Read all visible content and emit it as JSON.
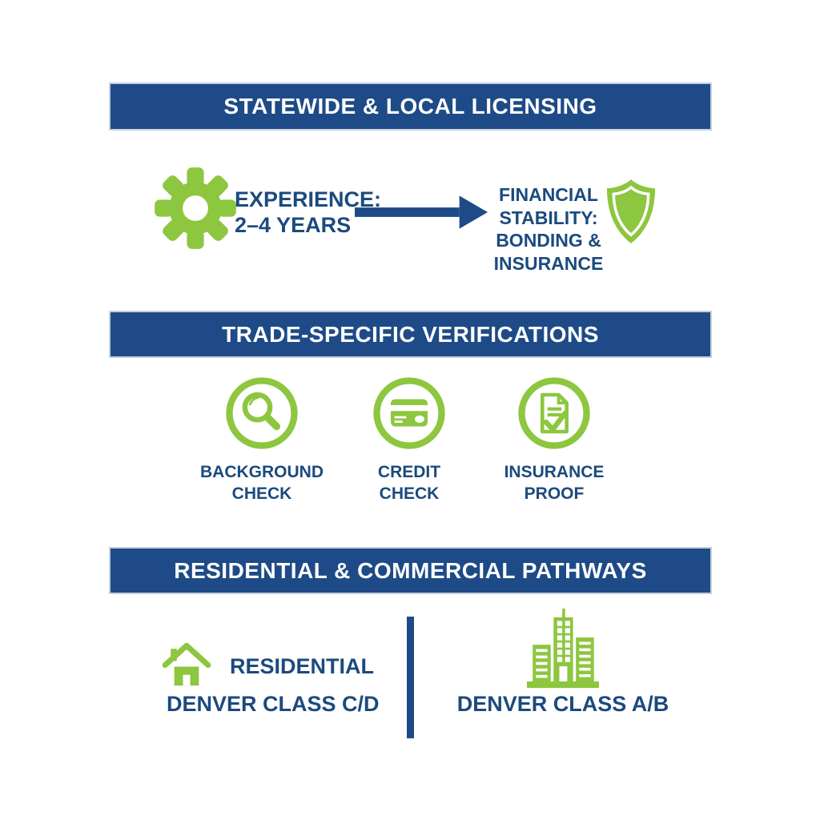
{
  "colors": {
    "header_bar_navy": "#1e4b87",
    "text_navy": "#1b4a7e",
    "accent_green": "#8dc63f",
    "background": "#ffffff"
  },
  "section_licensing": {
    "header": "STATEWIDE & LOCAL LICENSING",
    "experience_label": "EXPERIENCE:\n2–4 YEARS",
    "financial_label": "FINANCIAL\nSTABILITY:\nBONDING &\nINSURANCE",
    "icons": {
      "experience": "gear-icon",
      "flow": "arrow-right-icon",
      "financial": "shield-icon"
    }
  },
  "section_verifications": {
    "header": "TRADE-SPECIFIC VERIFICATIONS",
    "items": [
      {
        "icon": "magnifier-icon",
        "label": "BACKGROUND\nCHECK"
      },
      {
        "icon": "credit-card-icon",
        "label": "CREDIT\nCHECK"
      },
      {
        "icon": "document-check-icon",
        "label": "INSURANCE\nPROOF"
      }
    ]
  },
  "section_pathways": {
    "header": "RESIDENTIAL & COMMERCIAL PATHWAYS",
    "residential": {
      "icon": "house-icon",
      "title": "RESIDENTIAL",
      "class_label": "DENVER CLASS C/D"
    },
    "commercial": {
      "icon": "buildings-icon",
      "class_label": "DENVER CLASS A/B"
    }
  }
}
